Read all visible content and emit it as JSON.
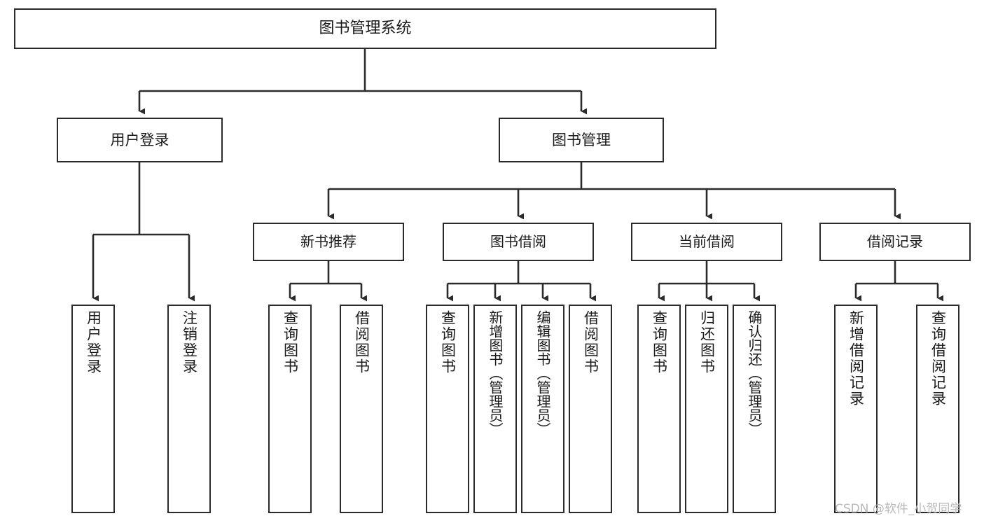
{
  "diagram": {
    "type": "tree",
    "title": "图书管理系统",
    "watermark": "CSDN @软件_小贺同学",
    "colors": {
      "box_border": "#2b2b2b",
      "connector": "#2b2b2b",
      "background": "#ffffff",
      "text": "#1a1a1a",
      "watermark": "#b9b9b9"
    },
    "root": {
      "label": "图书管理系统"
    },
    "level2": [
      {
        "label": "用户登录"
      },
      {
        "label": "图书管理"
      }
    ],
    "level3": [
      {
        "label": "新书推荐"
      },
      {
        "label": "图书借阅"
      },
      {
        "label": "当前借阅"
      },
      {
        "label": "借阅记录"
      }
    ],
    "leaves": {
      "user_login": [
        {
          "label": "用户登录"
        },
        {
          "label": "注销登录"
        }
      ],
      "new_book_recommend": [
        {
          "label": "查询图书"
        },
        {
          "label": "借阅图书"
        }
      ],
      "book_borrow": [
        {
          "label": "查询图书"
        },
        {
          "label": "新增图书（管理员）"
        },
        {
          "label": "编辑图书（管理员）"
        },
        {
          "label": "借阅图书"
        }
      ],
      "current_borrow": [
        {
          "label": "查询图书"
        },
        {
          "label": "归还图书"
        },
        {
          "label": "确认归还（管理员）"
        }
      ],
      "borrow_record": [
        {
          "label": "新增借阅记录"
        },
        {
          "label": "查询借阅记录"
        }
      ]
    }
  }
}
